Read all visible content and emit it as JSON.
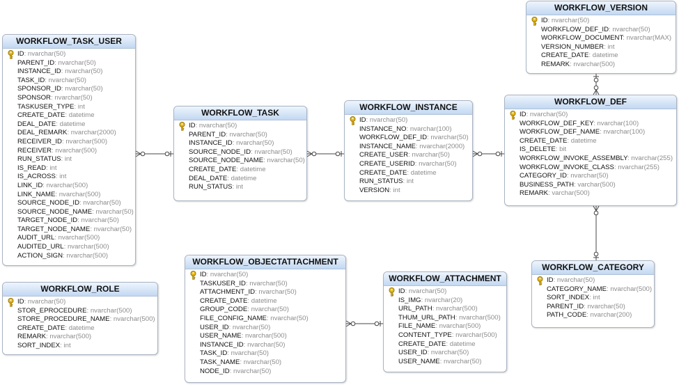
{
  "diagram": {
    "entities": [
      {
        "id": "workflow_task_user",
        "title": "WORKFLOW_TASK_USER",
        "fields": [
          {
            "name": "ID",
            "type": "nvarchar(50)",
            "pk": true
          },
          {
            "name": "PARENT_ID",
            "type": "nvarchar(50)"
          },
          {
            "name": "INSTANCE_ID",
            "type": "nvarchar(50)"
          },
          {
            "name": "TASK_ID",
            "type": "nvarchar(50)"
          },
          {
            "name": "SPONSOR_ID",
            "type": "nvarchar(50)"
          },
          {
            "name": "SPONSOR",
            "type": "nvarchar(50)"
          },
          {
            "name": "TASKUSER_TYPE",
            "type": "int"
          },
          {
            "name": "CREATE_DATE",
            "type": "datetime"
          },
          {
            "name": "DEAL_DATE",
            "type": "datetime"
          },
          {
            "name": "DEAL_REMARK",
            "type": "nvarchar(2000)"
          },
          {
            "name": "RECEIVER_ID",
            "type": "nvarchar(500)"
          },
          {
            "name": "RECEIVER",
            "type": "nvarchar(500)"
          },
          {
            "name": "RUN_STATUS",
            "type": "int"
          },
          {
            "name": "IS_READ",
            "type": "int"
          },
          {
            "name": "IS_ACROSS",
            "type": "int"
          },
          {
            "name": "LINK_ID",
            "type": "nvarchar(500)"
          },
          {
            "name": "LINK_NAME",
            "type": "nvarchar(500)"
          },
          {
            "name": "SOURCE_NODE_ID",
            "type": "nvarchar(50)"
          },
          {
            "name": "SOURCE_NODE_NAME",
            "type": "nvarchar(50)"
          },
          {
            "name": "TARGET_NODE_ID",
            "type": "nvarchar(50)"
          },
          {
            "name": "TARGET_NODE_NAME",
            "type": "nvarchar(50)"
          },
          {
            "name": "AUDIT_URL",
            "type": "nvarchar(500)"
          },
          {
            "name": "AUDITED_URL",
            "type": "nvarchar(500)"
          },
          {
            "name": "ACTION_SIGN",
            "type": "nvarchar(500)"
          }
        ]
      },
      {
        "id": "workflow_role",
        "title": "WORKFLOW_ROLE",
        "fields": [
          {
            "name": "ID",
            "type": "nvarchar(50)",
            "pk": true
          },
          {
            "name": "STOR_EPROCEDURE",
            "type": "nvarchar(500)"
          },
          {
            "name": "STORE_PROCEDURE_NAME",
            "type": "nvarchar(500)"
          },
          {
            "name": "CREATE_DATE",
            "type": "datetime"
          },
          {
            "name": "REMARK",
            "type": "nvarchar(500)"
          },
          {
            "name": "SORT_INDEX",
            "type": "int"
          }
        ]
      },
      {
        "id": "workflow_task",
        "title": "WORKFLOW_TASK",
        "fields": [
          {
            "name": "ID",
            "type": "nvarchar(50)",
            "pk": true
          },
          {
            "name": "PARENT_ID",
            "type": "nvarchar(50)"
          },
          {
            "name": "INSTANCE_ID",
            "type": "nvarchar(50)"
          },
          {
            "name": "SOURCE_NODE_ID",
            "type": "nvarchar(50)"
          },
          {
            "name": "SOURCE_NODE_NAME",
            "type": "nvarchar(50)"
          },
          {
            "name": "CREATE_DATE",
            "type": "datetime"
          },
          {
            "name": "DEAL_DATE",
            "type": "datetime"
          },
          {
            "name": "RUN_STATUS",
            "type": "int"
          }
        ]
      },
      {
        "id": "workflow_instance",
        "title": "WORKFLOW_INSTANCE",
        "fields": [
          {
            "name": "ID",
            "type": "nvarchar(50)",
            "pk": true
          },
          {
            "name": "INSTANCE_NO",
            "type": "nvarchar(100)"
          },
          {
            "name": "WORKFLOW_DEF_ID",
            "type": "nvarchar(50)"
          },
          {
            "name": "INSTANCE_NAME",
            "type": "nvarchar(2000)"
          },
          {
            "name": "CREATE_USER",
            "type": "nvarchar(50)"
          },
          {
            "name": "CREATE_USERID",
            "type": "nvarchar(50)"
          },
          {
            "name": "CREATE_DATE",
            "type": "datetime"
          },
          {
            "name": "RUN_STATUS",
            "type": "int"
          },
          {
            "name": "VERSION",
            "type": "int"
          }
        ]
      },
      {
        "id": "workflow_version",
        "title": "WORKFLOW_VERSION",
        "fields": [
          {
            "name": "ID",
            "type": "nvarchar(50)",
            "pk": true
          },
          {
            "name": "WORKFLOW_DEF_ID",
            "type": "nvarchar(50)"
          },
          {
            "name": "WORKFLOW_DOCUMENT",
            "type": "nvarchar(MAX)"
          },
          {
            "name": "VERSION_NUMBER",
            "type": "int"
          },
          {
            "name": "CREATE_DATE",
            "type": "datetime"
          },
          {
            "name": "REMARK",
            "type": "nvarchar(500)"
          }
        ]
      },
      {
        "id": "workflow_def",
        "title": "WORKFLOW_DEF",
        "fields": [
          {
            "name": "ID",
            "type": "nvarchar(50)",
            "pk": true
          },
          {
            "name": "WORKFLOW_DEF_KEY",
            "type": "nvarchar(100)"
          },
          {
            "name": "WORKFLOW_DEF_NAME",
            "type": "nvarchar(100)"
          },
          {
            "name": "CREATE_DATE",
            "type": "datetime"
          },
          {
            "name": "IS_DELETE",
            "type": "bit"
          },
          {
            "name": "WORKFLOW_INVOKE_ASSEMBLY",
            "type": "nvarchar(255)"
          },
          {
            "name": "WORKFLOW_INVOKE_CLASS",
            "type": "nvarchar(255)"
          },
          {
            "name": "CATEGORY_ID",
            "type": "nvarchar(50)"
          },
          {
            "name": "BUSINESS_PATH",
            "type": "varchar(500)"
          },
          {
            "name": "REMARK",
            "type": "varchar(500)"
          }
        ]
      },
      {
        "id": "workflow_category",
        "title": "WORKFLOW_CATEGORY",
        "fields": [
          {
            "name": "ID",
            "type": "nvarchar(50)",
            "pk": true
          },
          {
            "name": "CATEGORY_NAME",
            "type": "nvarchar(500)"
          },
          {
            "name": "SORT_INDEX",
            "type": "int"
          },
          {
            "name": "PARENT_ID",
            "type": "nvarchar(50)"
          },
          {
            "name": "PATH_CODE",
            "type": "nvarchar(200)"
          }
        ]
      },
      {
        "id": "workflow_objectattachment",
        "title": "WORKFLOW_OBJECTATTACHMENT",
        "fields": [
          {
            "name": "ID",
            "type": "nvarchar(50)",
            "pk": true
          },
          {
            "name": "TASKUSER_ID",
            "type": "nvarchar(50)"
          },
          {
            "name": "ATTACHMENT_ID",
            "type": "nvarchar(50)"
          },
          {
            "name": "CREATE_DATE",
            "type": "datetime"
          },
          {
            "name": "GROUP_CODE",
            "type": "nvarchar(50)"
          },
          {
            "name": "FILE_CONFIG_NAME",
            "type": "nvarchar(50)"
          },
          {
            "name": "USER_ID",
            "type": "nvarchar(50)"
          },
          {
            "name": "USER_NAME",
            "type": "nvarchar(500)"
          },
          {
            "name": "INSTANCE_ID",
            "type": "nvarchar(50)"
          },
          {
            "name": "TASK_ID",
            "type": "nvarchar(50)"
          },
          {
            "name": "TASK_NAME",
            "type": "nvarchar(50)"
          },
          {
            "name": "NODE_ID",
            "type": "nvarchar(50)"
          }
        ]
      },
      {
        "id": "workflow_attachment",
        "title": "WORKFLOW_ATTACHMENT",
        "fields": [
          {
            "name": "ID",
            "type": "nvarchar(50)",
            "pk": true
          },
          {
            "name": "IS_IMG",
            "type": "nvarchar(20)"
          },
          {
            "name": "URL_PATH",
            "type": "nvarchar(500)"
          },
          {
            "name": "THUM_URL_PATH",
            "type": "nvarchar(500)"
          },
          {
            "name": "FILE_NAME",
            "type": "nvarchar(500)"
          },
          {
            "name": "CONTENT_TYPE",
            "type": "nvarchar(500)"
          },
          {
            "name": "CREATE_DATE",
            "type": "datetime"
          },
          {
            "name": "USER_ID",
            "type": "nvarchar(50)"
          },
          {
            "name": "USER_NAME",
            "type": "nvarchar(50)"
          }
        ]
      }
    ],
    "relationships": [
      {
        "many": "workflow_task_user",
        "one": "workflow_task"
      },
      {
        "many": "workflow_task",
        "one": "workflow_instance"
      },
      {
        "many": "workflow_instance",
        "one": "workflow_def"
      },
      {
        "many": "workflow_def",
        "one": "workflow_version"
      },
      {
        "many": "workflow_def",
        "one": "workflow_category"
      },
      {
        "many": "workflow_objectattachment",
        "one": "workflow_attachment"
      }
    ],
    "colors": {
      "header_top": "#eef5fd",
      "header_bottom": "#c2d8f2",
      "border": "#a8b3c2",
      "type_text": "#8c8c8c",
      "key_icon": "#e3b61c"
    }
  }
}
